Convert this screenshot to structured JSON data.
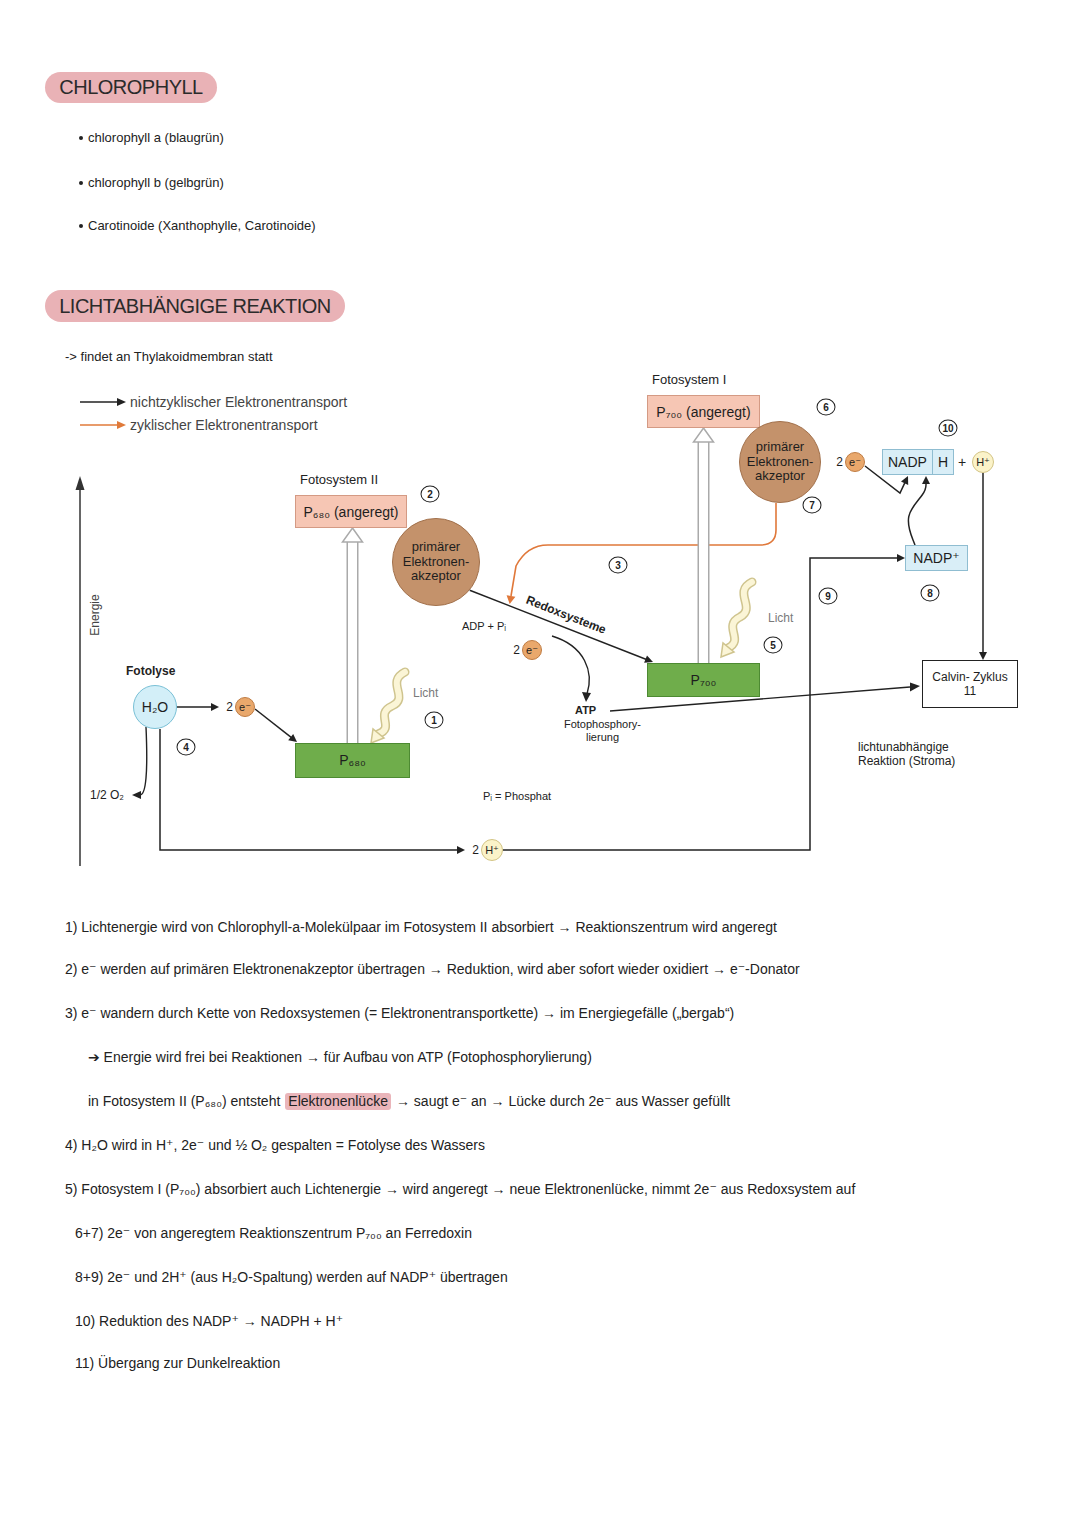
{
  "diagram": {
    "nodes": [
      {
        "text": [
          "CHLOROPHYLL"
        ]
      },
      {
        "text": [
          "LICHTABHÄNGIGE REAKTION"
        ]
      },
      {
        "text": [
          "Fotosystem I",
          "P₇₀₀ (angeregt)"
        ]
      },
      {
        "text": [
          "primärer Elektronen- akzeptor"
        ]
      },
      {
        "text": [
          "2",
          "e⁻"
        ]
      },
      {
        "text": [
          "NADP",
          "H"
        ]
      },
      {
        "text": [
          "H⁺"
        ]
      },
      {
        "text": [
          "Fotosystem II",
          "P₆₈₀ (angeregt)"
        ]
      },
      {
        "text": [
          "primärer Elektronen- akzeptor"
        ]
      },
      {
        "text": [
          "NADP⁺"
        ]
      },
      {
        "text": [
          "2",
          "e⁻"
        ]
      },
      {
        "text": [
          "P₇₀₀"
        ]
      },
      {
        "text": [
          "Calvin- Zyklus 11"
        ]
      },
      {
        "text": [
          "H₂O"
        ]
      },
      {
        "text": [
          "2",
          "e⁻"
        ]
      },
      {
        "text": [
          "P₆₈₀"
        ]
      },
      {
        "text": [
          "2",
          "H⁺"
        ]
      }
    ],
    "edges": [
      {
        "from": 13,
        "to": 14,
        "arrow": "to"
      },
      {
        "from": 14,
        "to": 15,
        "arrow": "to"
      },
      {
        "from": 15,
        "to": 7,
        "arrow": "to"
      },
      {
        "from": 8,
        "to": 11,
        "label": "Redoxsysteme",
        "arrow": "to"
      },
      {
        "from": 11,
        "to": 2,
        "arrow": "to"
      },
      {
        "from": 4,
        "to": 5,
        "arrow": "to"
      },
      {
        "from": 9,
        "to": 5,
        "arrow": "to"
      },
      {
        "from": 13,
        "to": 16,
        "arrow": "to"
      },
      {
        "from": 16,
        "to": 9,
        "arrow": "to"
      },
      {
        "from": 6,
        "to": 12,
        "arrow": "to"
      }
    ],
    "labels": [
      "chlorophyll a (blaugrün)",
      "chlorophyll b (gelbgrün)",
      "Carotinoide (Xanthophylle, Carotinoide)",
      "-> findet an Thylakoidmembran statt",
      "Energie",
      "Fotolyse",
      "1/2 O₂",
      "Licht",
      "1",
      "4",
      "2",
      "ADP + Pᵢ",
      "ATP",
      "Fotophosphory- lierung",
      "3",
      "Pᵢ = Phosphat",
      "Licht",
      "5",
      "6",
      "7",
      "10",
      "+",
      "8",
      "9",
      "lichtunabhängige Reaktion (Stroma)",
      "1) Lichtenergie wird von Chlorophyll-a-Molekülpaar im Fotosystem II absorbiert → Reaktionszentrum wird angeregt",
      "2) e⁻ werden auf primären Elektronenakzeptor übertragen → Reduktion, wird aber sofort wieder oxidiert → e⁻-Donator",
      "3) e⁻ wandern durch Kette von Redoxsystemen (= Elektronentransportkette) → im Energiegefälle („bergab“)",
      "➔ Energie wird frei bei Reaktionen → für Aufbau von ATP (Fotophosphorylierung)",
      "in Fotosystem II (P₆₈₀) entsteht",
      "Elektronenlücke",
      "→ saugt e⁻ an → Lücke durch 2e⁻ aus Wasser gefüllt",
      "4) H₂O wird in H⁺, 2e⁻ und ½ O₂ gespalten = Fotolyse des Wassers",
      "5) Fotosystem I (P₇₀₀) absorbiert auch Lichtenergie → wird angeregt → neue Elektronenlücke, nimmt 2e⁻ aus Redoxsystem auf",
      "6+7) 2e⁻ von angeregtem Reaktionszentrum P₇₀₀ an Ferredoxin",
      "8+9) 2e⁻ und 2H⁺ (aus H₂O-Spaltung) werden auf NADP⁺ übertragen",
      "10) Reduktion des NADP⁺ → NADPH + H⁺",
      "11) Übergang zur Dunkelreaktion"
    ],
    "legend": [
      {
        "text": "nichtzyklischer Elektronentransport"
      },
      {
        "text": "zyklischer Elektronentransport"
      }
    ]
  }
}
